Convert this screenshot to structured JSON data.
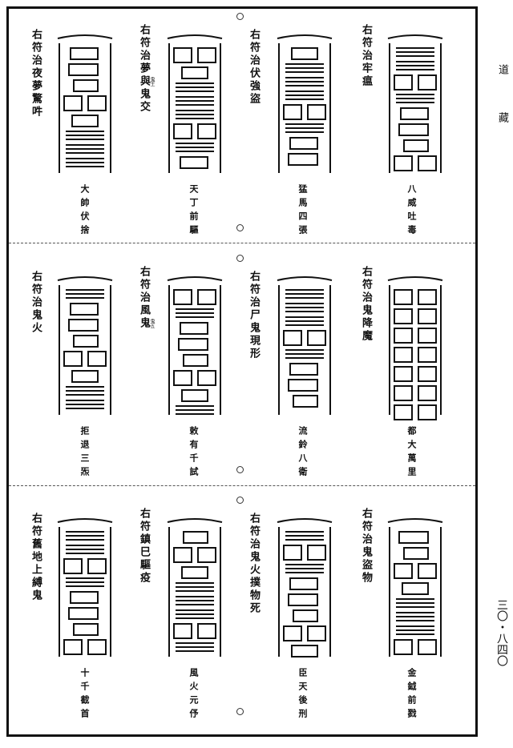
{
  "margin": {
    "title_top": "道",
    "title_bottom": "藏",
    "page_number": "三〇・八四〇"
  },
  "rows": [
    {
      "entries": [
        {
          "caption": "右符治牢瘟",
          "label": "八威吐毒"
        },
        {
          "caption": "右符治伏強盜",
          "label": "猛馬四張"
        },
        {
          "caption": "右符治夢與鬼交",
          "label": "天丁前驅",
          "note": "鬼王"
        },
        {
          "caption": "右符治夜夢驚吽",
          "label": "大帥伏捨"
        }
      ]
    },
    {
      "entries": [
        {
          "caption": "右符治鬼降魔",
          "label": "都大萬里"
        },
        {
          "caption": "右符治尸鬼現形",
          "label": "流鈴八衛"
        },
        {
          "caption": "右符治風鬼",
          "label": "敕有千試",
          "note": "鬼五"
        },
        {
          "caption": "右符治鬼火",
          "label": "拒退三炁"
        }
      ]
    },
    {
      "entries": [
        {
          "caption": "右符治鬼盜物",
          "label": "金鉞前戮"
        },
        {
          "caption": "右符治鬼火撲物死",
          "label": "臣天後刑"
        },
        {
          "caption": "右符鎮巳驅疫",
          "label": "風火元伃"
        },
        {
          "caption": "右符舊地上縛鬼",
          "label": "十千截首"
        }
      ]
    }
  ]
}
